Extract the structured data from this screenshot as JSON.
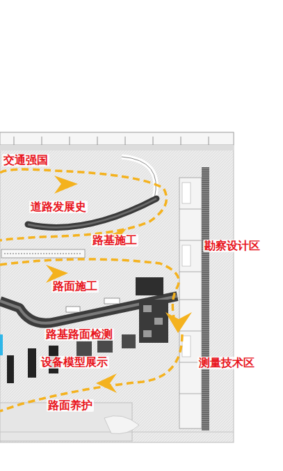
{
  "diagram": {
    "labels": [
      "交通强国",
      "道路发展史",
      "路基施工",
      "勘察设计区",
      "路面施工",
      "路基路面检测",
      "设备模型展示",
      "测量技术区",
      "路面养护"
    ]
  }
}
